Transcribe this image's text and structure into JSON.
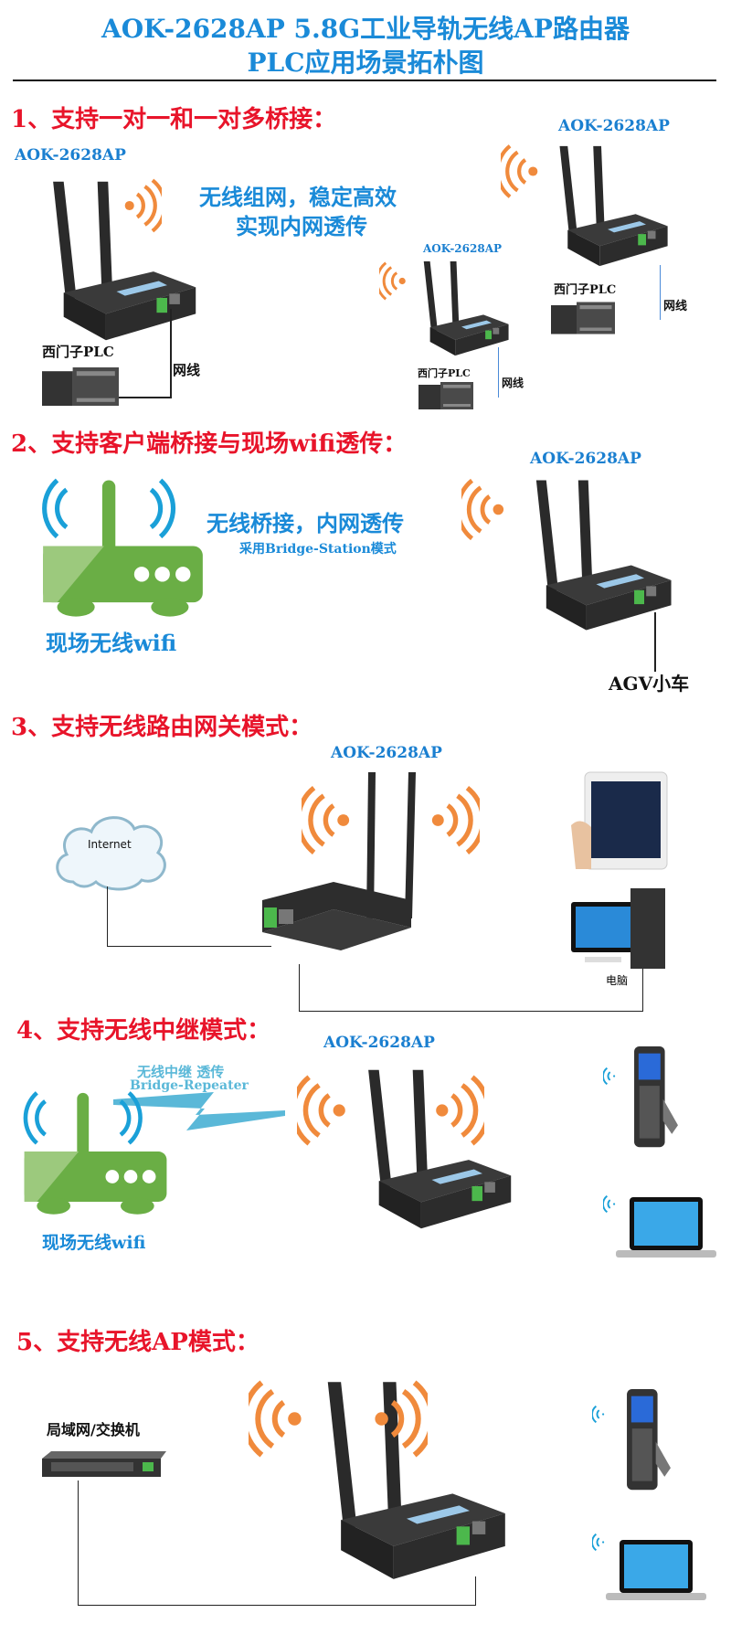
{
  "header": {
    "title_line1": "AOK-2628AP 5.8G工业导轨无线AP路由器",
    "title_line2": "PLC应用场景拓朴图"
  },
  "colors": {
    "title": "#1a8ad8",
    "heading": "#e8142a",
    "signal": "#f08a3c",
    "wifi_green": "#6aae45"
  },
  "device_label": "AOK-2628AP",
  "section1": {
    "heading": "1、支持一对一和一对多桥接：",
    "caption_line1": "无线组网，稳定高效",
    "caption_line2": "实现内网透传",
    "plc_label": "西门子PLC",
    "cable_label": "网线"
  },
  "section2": {
    "heading": "2、支持客户端桥接与现场wifi透传：",
    "caption": "无线桥接，内网透传",
    "subcaption": "采用Bridge-Station模式",
    "wifi_label": "现场无线wifi",
    "agv_label": "AGV小车"
  },
  "section3": {
    "heading": "3、支持无线路由网关模式：",
    "cloud_label": "Internet",
    "pc_label": "电脑"
  },
  "section4": {
    "heading": "4、支持无线中继模式：",
    "link_label_line1": "无线中继 透传",
    "link_label_line2": "Bridge-Repeater",
    "wifi_label": "现场无线wifi"
  },
  "section5": {
    "heading": "5、支持无线AP模式：",
    "switch_label": "局域网/交换机"
  }
}
